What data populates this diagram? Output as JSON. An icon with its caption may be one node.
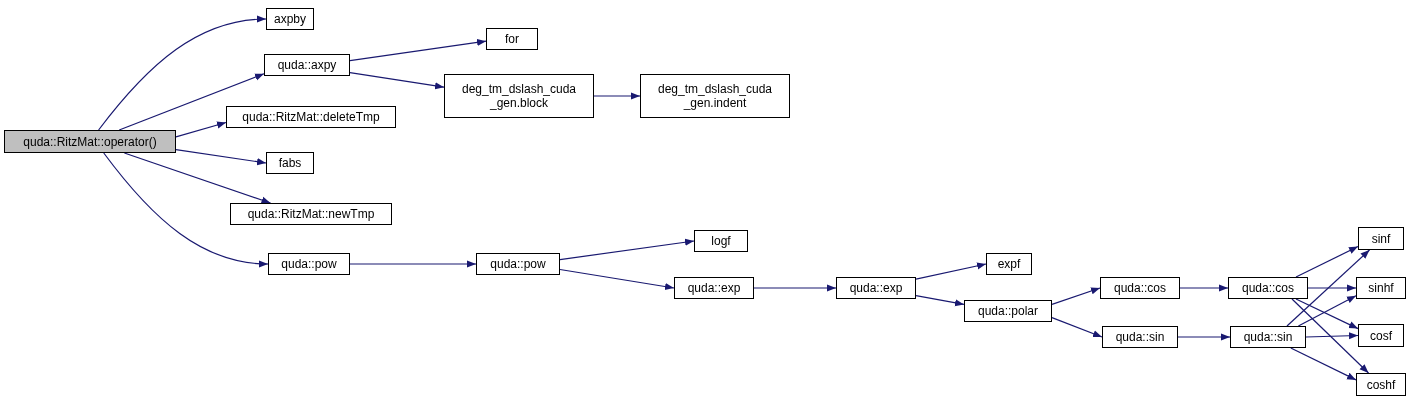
{
  "diagram": {
    "nodes": [
      {
        "text": [
          "quda::RitzMat::operator()"
        ]
      },
      {
        "text": [
          "axpby"
        ]
      },
      {
        "text": [
          "quda::axpy"
        ]
      },
      {
        "text": [
          "for"
        ]
      },
      {
        "text": [
          "deg_tm_dslash_cuda _gen.block"
        ]
      },
      {
        "text": [
          "deg_tm_dslash_cuda _gen.indent"
        ]
      },
      {
        "text": [
          "quda::RitzMat::deleteTmp"
        ]
      },
      {
        "text": [
          "fabs"
        ]
      },
      {
        "text": [
          "quda::RitzMat::newTmp"
        ]
      },
      {
        "text": [
          "quda::pow"
        ]
      },
      {
        "text": [
          "quda::pow"
        ]
      },
      {
        "text": [
          "logf"
        ]
      },
      {
        "text": [
          "quda::exp"
        ]
      },
      {
        "text": [
          "quda::exp"
        ]
      },
      {
        "text": [
          "expf"
        ]
      },
      {
        "text": [
          "quda::polar"
        ]
      },
      {
        "text": [
          "quda::cos"
        ]
      },
      {
        "text": [
          "quda::sin"
        ]
      },
      {
        "text": [
          "quda::cos"
        ]
      },
      {
        "text": [
          "quda::sin"
        ]
      },
      {
        "text": [
          "sinf"
        ]
      },
      {
        "text": [
          "sinhf"
        ]
      },
      {
        "text": [
          "cosf"
        ]
      },
      {
        "text": [
          "coshf"
        ]
      }
    ],
    "edges": [
      {
        "from": 0,
        "to": 1,
        "arrow": "to"
      },
      {
        "from": 0,
        "to": 2,
        "arrow": "to"
      },
      {
        "from": 0,
        "to": 6,
        "arrow": "to"
      },
      {
        "from": 0,
        "to": 7,
        "arrow": "to"
      },
      {
        "from": 0,
        "to": 8,
        "arrow": "to"
      },
      {
        "from": 0,
        "to": 9,
        "arrow": "to"
      },
      {
        "from": 2,
        "to": 3,
        "arrow": "to"
      },
      {
        "from": 2,
        "to": 4,
        "arrow": "to"
      },
      {
        "from": 4,
        "to": 5,
        "arrow": "to"
      },
      {
        "from": 9,
        "to": 10,
        "arrow": "to"
      },
      {
        "from": 10,
        "to": 11,
        "arrow": "to"
      },
      {
        "from": 10,
        "to": 12,
        "arrow": "to"
      },
      {
        "from": 12,
        "to": 13,
        "arrow": "to"
      },
      {
        "from": 13,
        "to": 14,
        "arrow": "to"
      },
      {
        "from": 13,
        "to": 15,
        "arrow": "to"
      },
      {
        "from": 15,
        "to": 16,
        "arrow": "to"
      },
      {
        "from": 15,
        "to": 17,
        "arrow": "to"
      },
      {
        "from": 16,
        "to": 18,
        "arrow": "to"
      },
      {
        "from": 17,
        "to": 19,
        "arrow": "to"
      },
      {
        "from": 18,
        "to": 20,
        "arrow": "to"
      },
      {
        "from": 18,
        "to": 21,
        "arrow": "to"
      },
      {
        "from": 18,
        "to": 22,
        "arrow": "to"
      },
      {
        "from": 18,
        "to": 23,
        "arrow": "to"
      },
      {
        "from": 19,
        "to": 20,
        "arrow": "to"
      },
      {
        "from": 19,
        "to": 21,
        "arrow": "to"
      },
      {
        "from": 19,
        "to": 22,
        "arrow": "to"
      },
      {
        "from": 19,
        "to": 23,
        "arrow": "to"
      }
    ]
  }
}
